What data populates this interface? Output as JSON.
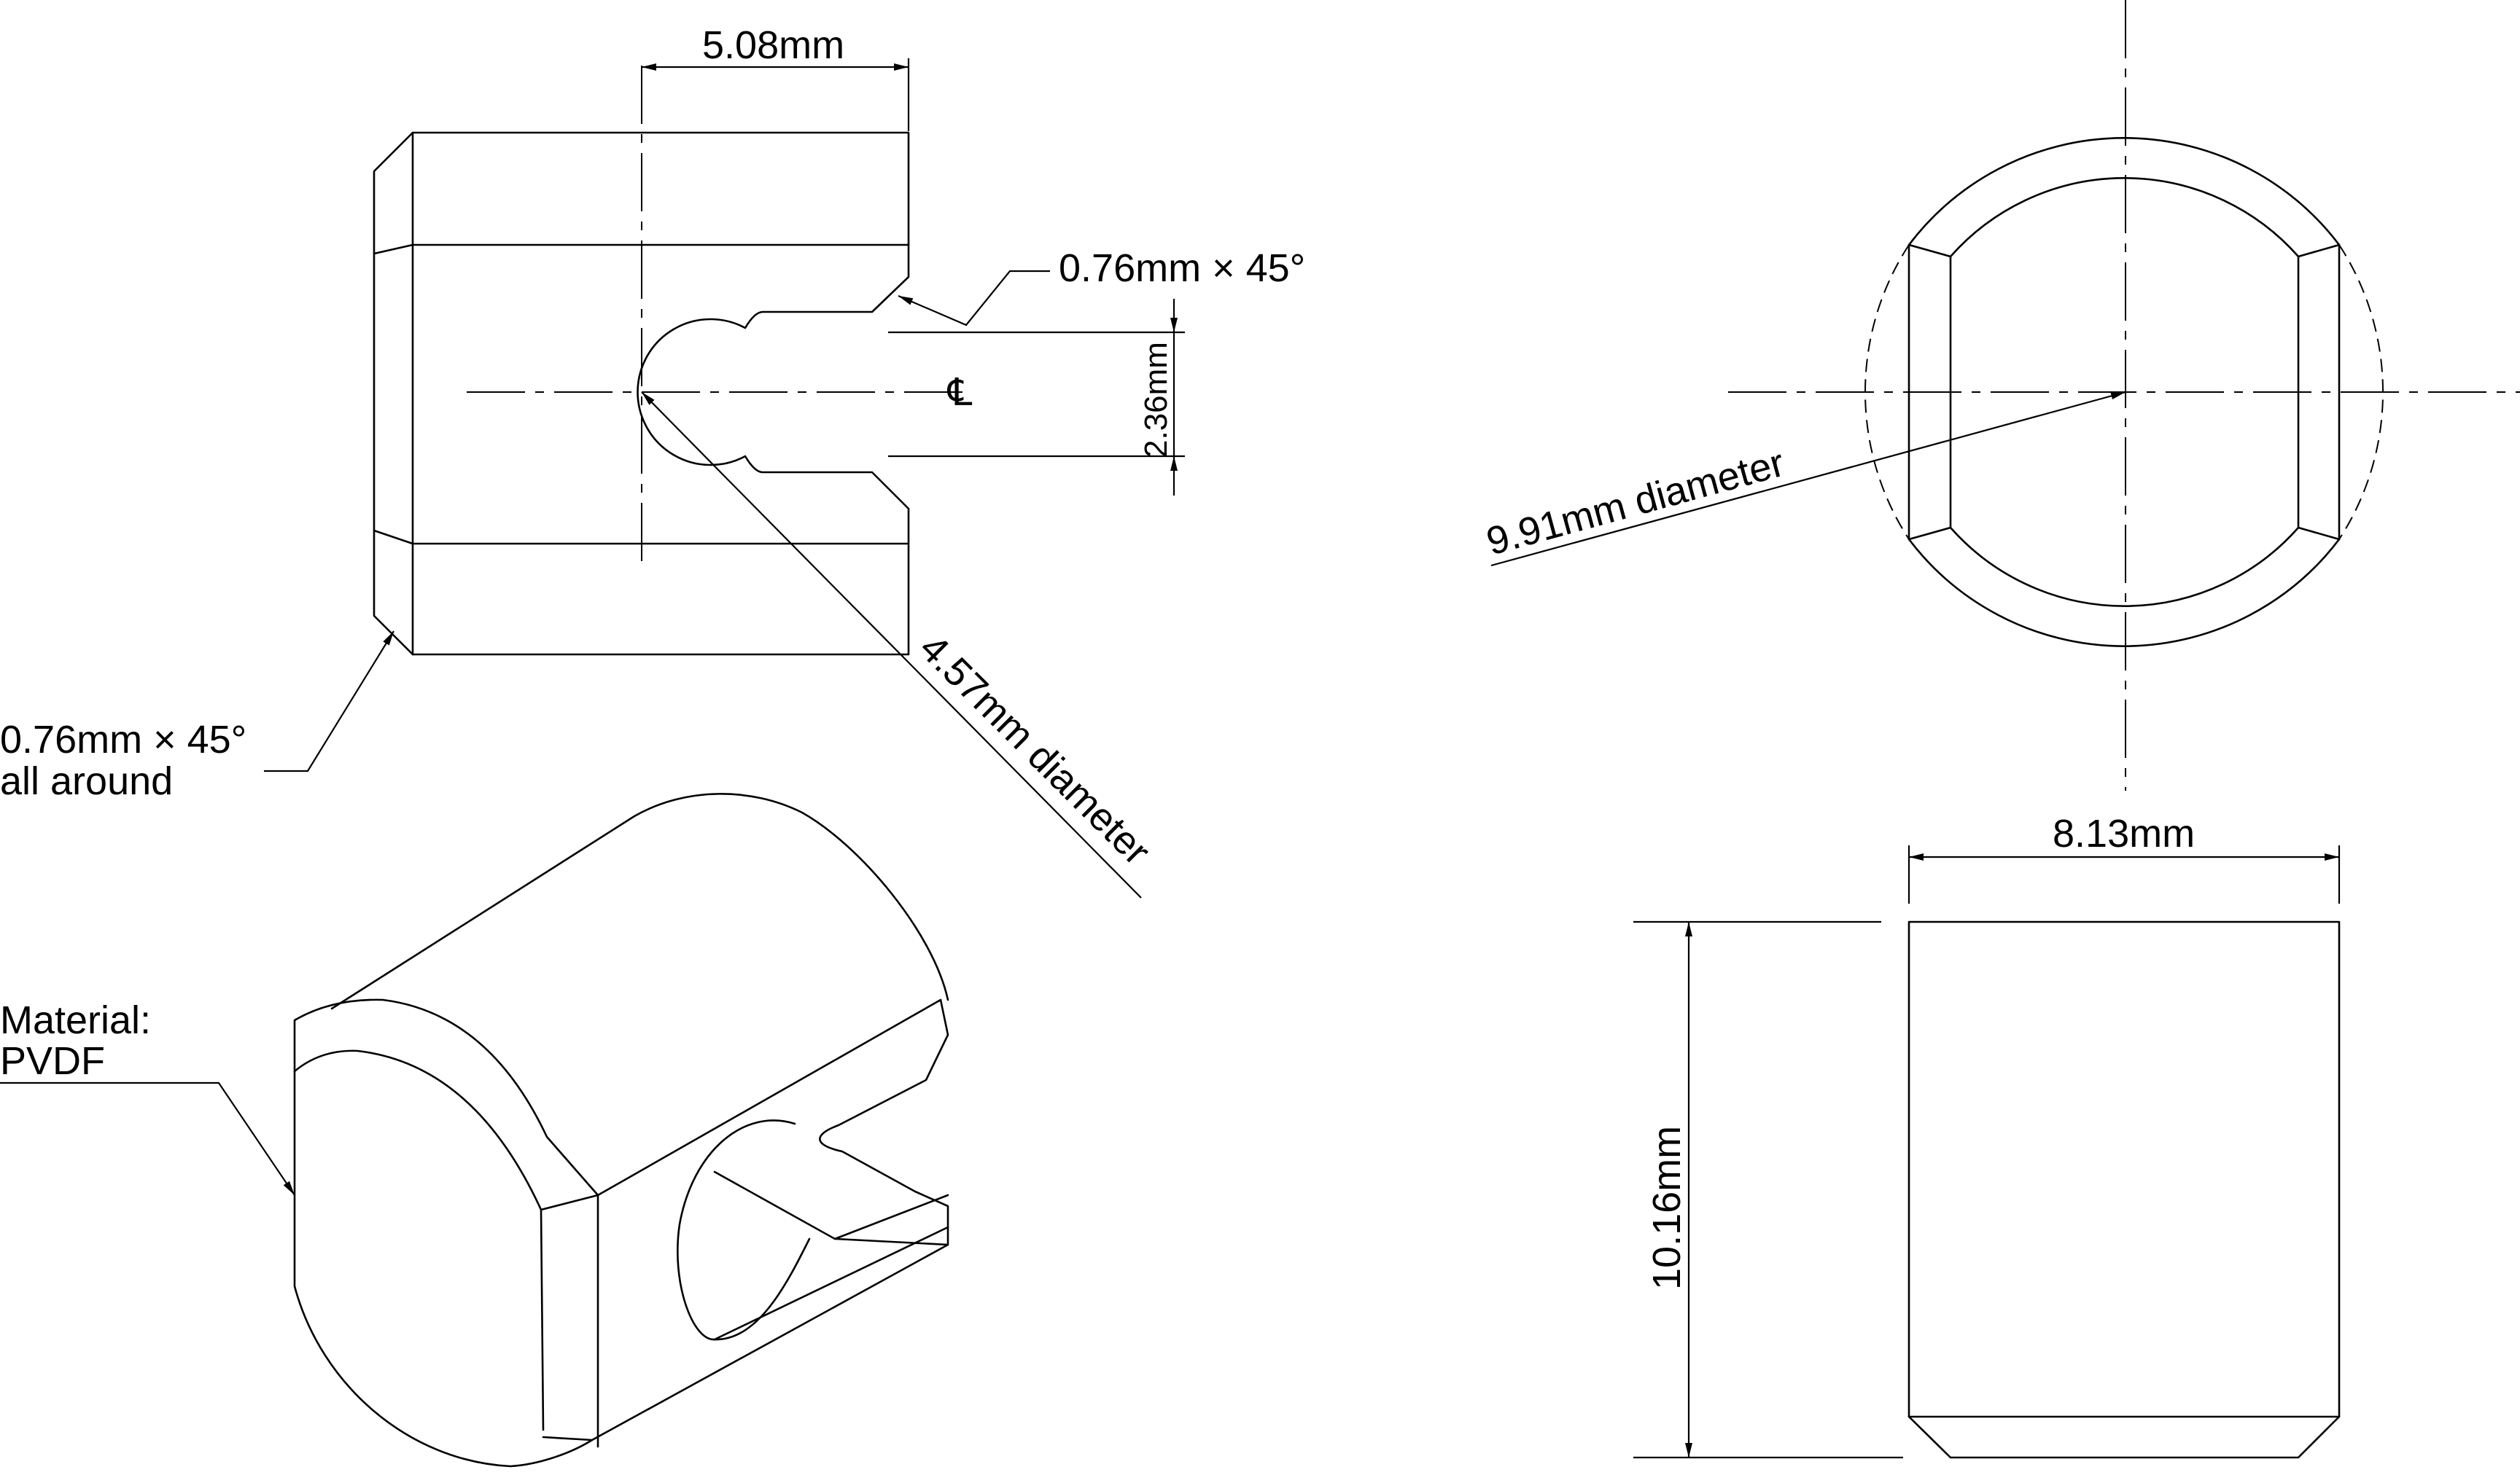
{
  "labels": {
    "dim_slot_depth": "5.08mm",
    "chamfer_top": "0.76mm × 45°",
    "dim_slot_width": "2.36mm",
    "centerline_symbol": "℄",
    "dim_hole": "4.57mm diameter",
    "chamfer_note_line1": "0.76mm × 45°",
    "chamfer_note_line2": "all around",
    "material_line1": "Material:",
    "material_line2": "PVDF",
    "dim_outer_diameter": "9.91mm diameter",
    "dim_width": "8.13mm",
    "dim_height": "10.16mm"
  }
}
